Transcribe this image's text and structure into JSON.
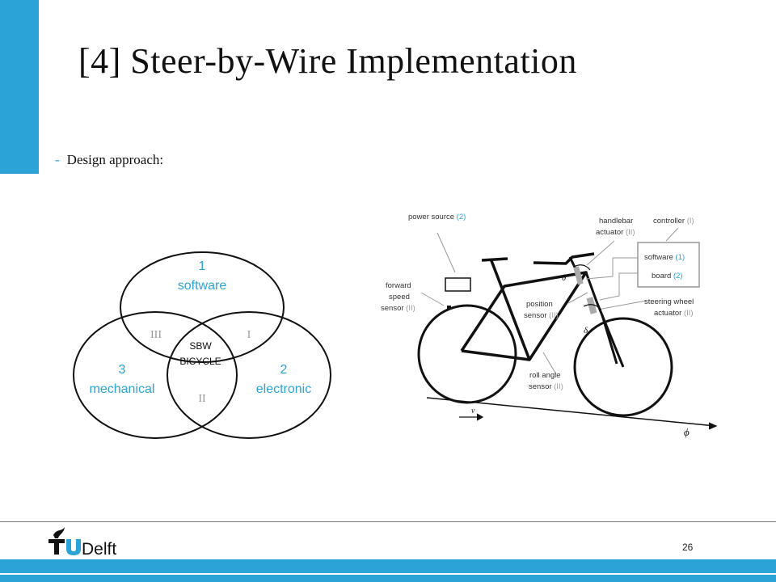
{
  "slide": {
    "title": "[4] Steer-by-Wire Implementation",
    "bullet": "Design approach:",
    "page_number": "26"
  },
  "colors": {
    "accent": "#2BA3D7",
    "label_blue": "#2BA3D7",
    "label_gray": "#999999"
  },
  "venn": {
    "top_number": "1",
    "top_label": "software",
    "left_number": "3",
    "left_label": "mechanical",
    "right_number": "2",
    "right_label": "electronic",
    "center_line1": "SBW",
    "center_line2": "BICYCLE",
    "overlap_I": "I",
    "overlap_II": "II",
    "overlap_III": "III"
  },
  "bike": {
    "power_source": {
      "text": "power source",
      "tag": "(2)"
    },
    "forward_speed": {
      "line1": "forward",
      "line2": "speed",
      "line3": "sensor",
      "tag": "(II)"
    },
    "handlebar_actuator": {
      "line1": "handlebar",
      "line2": "actuator",
      "tag": "(II)"
    },
    "controller": {
      "text": "controller",
      "tag": "(I)"
    },
    "software": {
      "text": "software",
      "tag": "(1)"
    },
    "board": {
      "text": "board",
      "tag": "(2)"
    },
    "position_sensor": {
      "line1": "position",
      "line2": "sensor",
      "tag": "(II)"
    },
    "steering_actuator": {
      "line1": "steering wheel",
      "line2": "actuator",
      "tag": "(II)"
    },
    "roll_angle": {
      "line1": "roll angle",
      "line2": "sensor",
      "tag": "(II)"
    },
    "theta": "θ",
    "delta": "δ",
    "v": "v",
    "phi": "ϕ"
  },
  "logo": {
    "text": "TUDelft"
  }
}
